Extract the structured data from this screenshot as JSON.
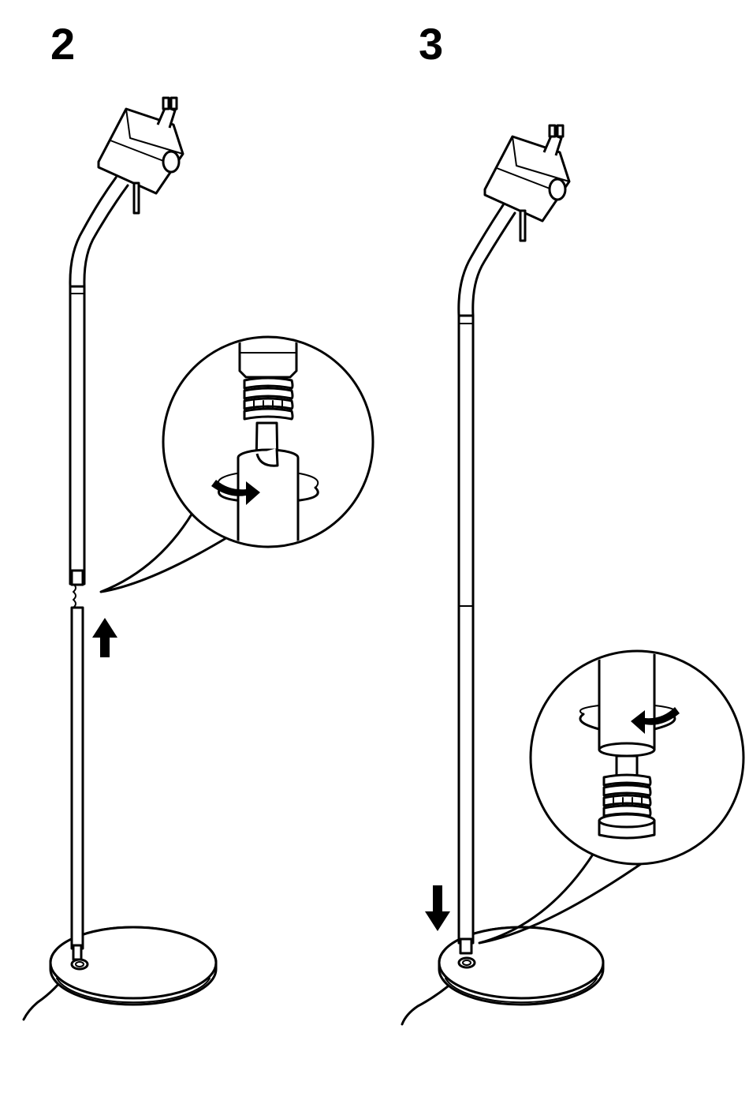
{
  "steps": [
    {
      "number": "2",
      "arrow": "up",
      "rotation": "clockwise"
    },
    {
      "number": "3",
      "arrow": "down",
      "rotation": "counterclockwise"
    }
  ],
  "colors": {
    "line": "#000000",
    "background": "#ffffff"
  },
  "icons": [
    "arrow-up-icon",
    "arrow-down-icon",
    "rotate-arrow-icon"
  ]
}
